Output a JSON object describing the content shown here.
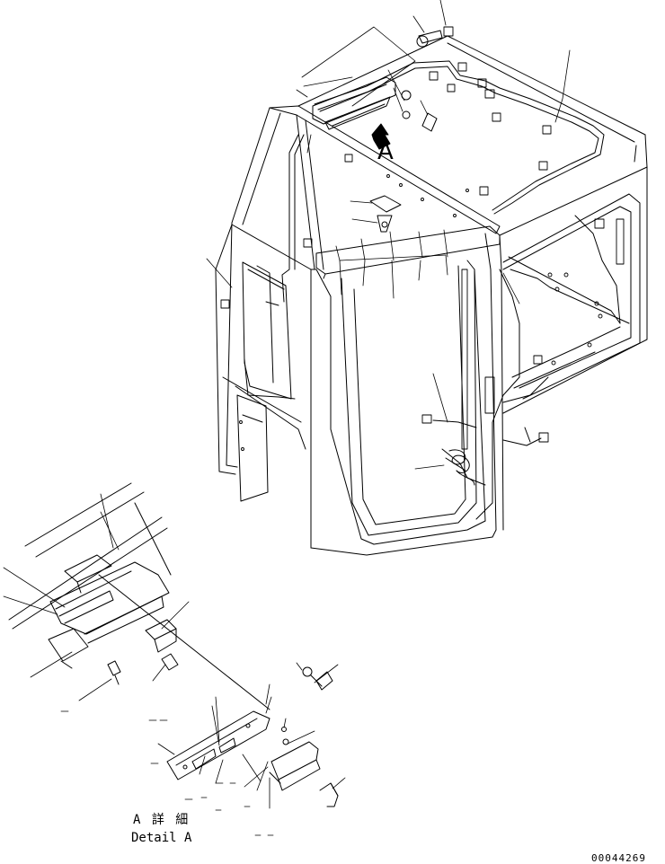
{
  "diagram": {
    "view_marker": "A",
    "detail_title_jp": "A 詳 細",
    "detail_title_en": "Detail A",
    "drawing_number": "00044269"
  },
  "colors": {
    "line": "#000000",
    "background": "#ffffff"
  }
}
